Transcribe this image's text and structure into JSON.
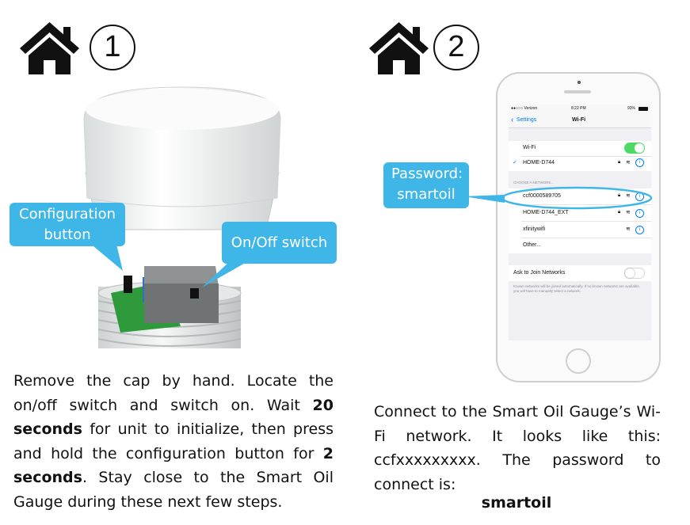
{
  "step1": {
    "number": "1",
    "callout_config": "Configuration button",
    "callout_switch": "On/Off switch",
    "text_a": "Remove the cap by hand. Locate the on/off switch and switch on.  Wait ",
    "bold_a": "20 seconds",
    "text_b": " for unit to initialize, then press and hold the configuration button for ",
    "bold_b": "2 seconds",
    "text_c": ". Stay close to the Smart Oil Gauge during these next few steps."
  },
  "step2": {
    "number": "2",
    "callout_password": "Password: smartoil",
    "text": "Connect to the Smart Oil Gauge’s Wi-Fi network. It looks like this: ccfxxxxxxxxx. The password to connect is:",
    "password": "smartoil"
  },
  "phone": {
    "carrier": "●●○○○ Verizon",
    "time": "8:22 PM",
    "battery": "93%",
    "back_label": "Settings",
    "title": "Wi-Fi",
    "wifi_label": "Wi-Fi",
    "connected_network": "HOME-D744",
    "choose_header": "CHOOSE A NETWORK...",
    "networks": [
      "ccf0000589705",
      "HOME-D744_EXT",
      "xfinitywifi",
      "Other..."
    ],
    "ask_label": "Ask to Join Networks",
    "ask_note": "Known networks will be joined automatically. If no known networks are available, you will have to manually select a network."
  },
  "colors": {
    "callout": "#3fb6e8",
    "ios_green": "#4cd964",
    "ios_blue": "#007aff"
  },
  "icons": [
    "home-icon",
    "wifi-icon",
    "lock-icon",
    "info-icon",
    "check-icon",
    "chevron-left-icon"
  ]
}
